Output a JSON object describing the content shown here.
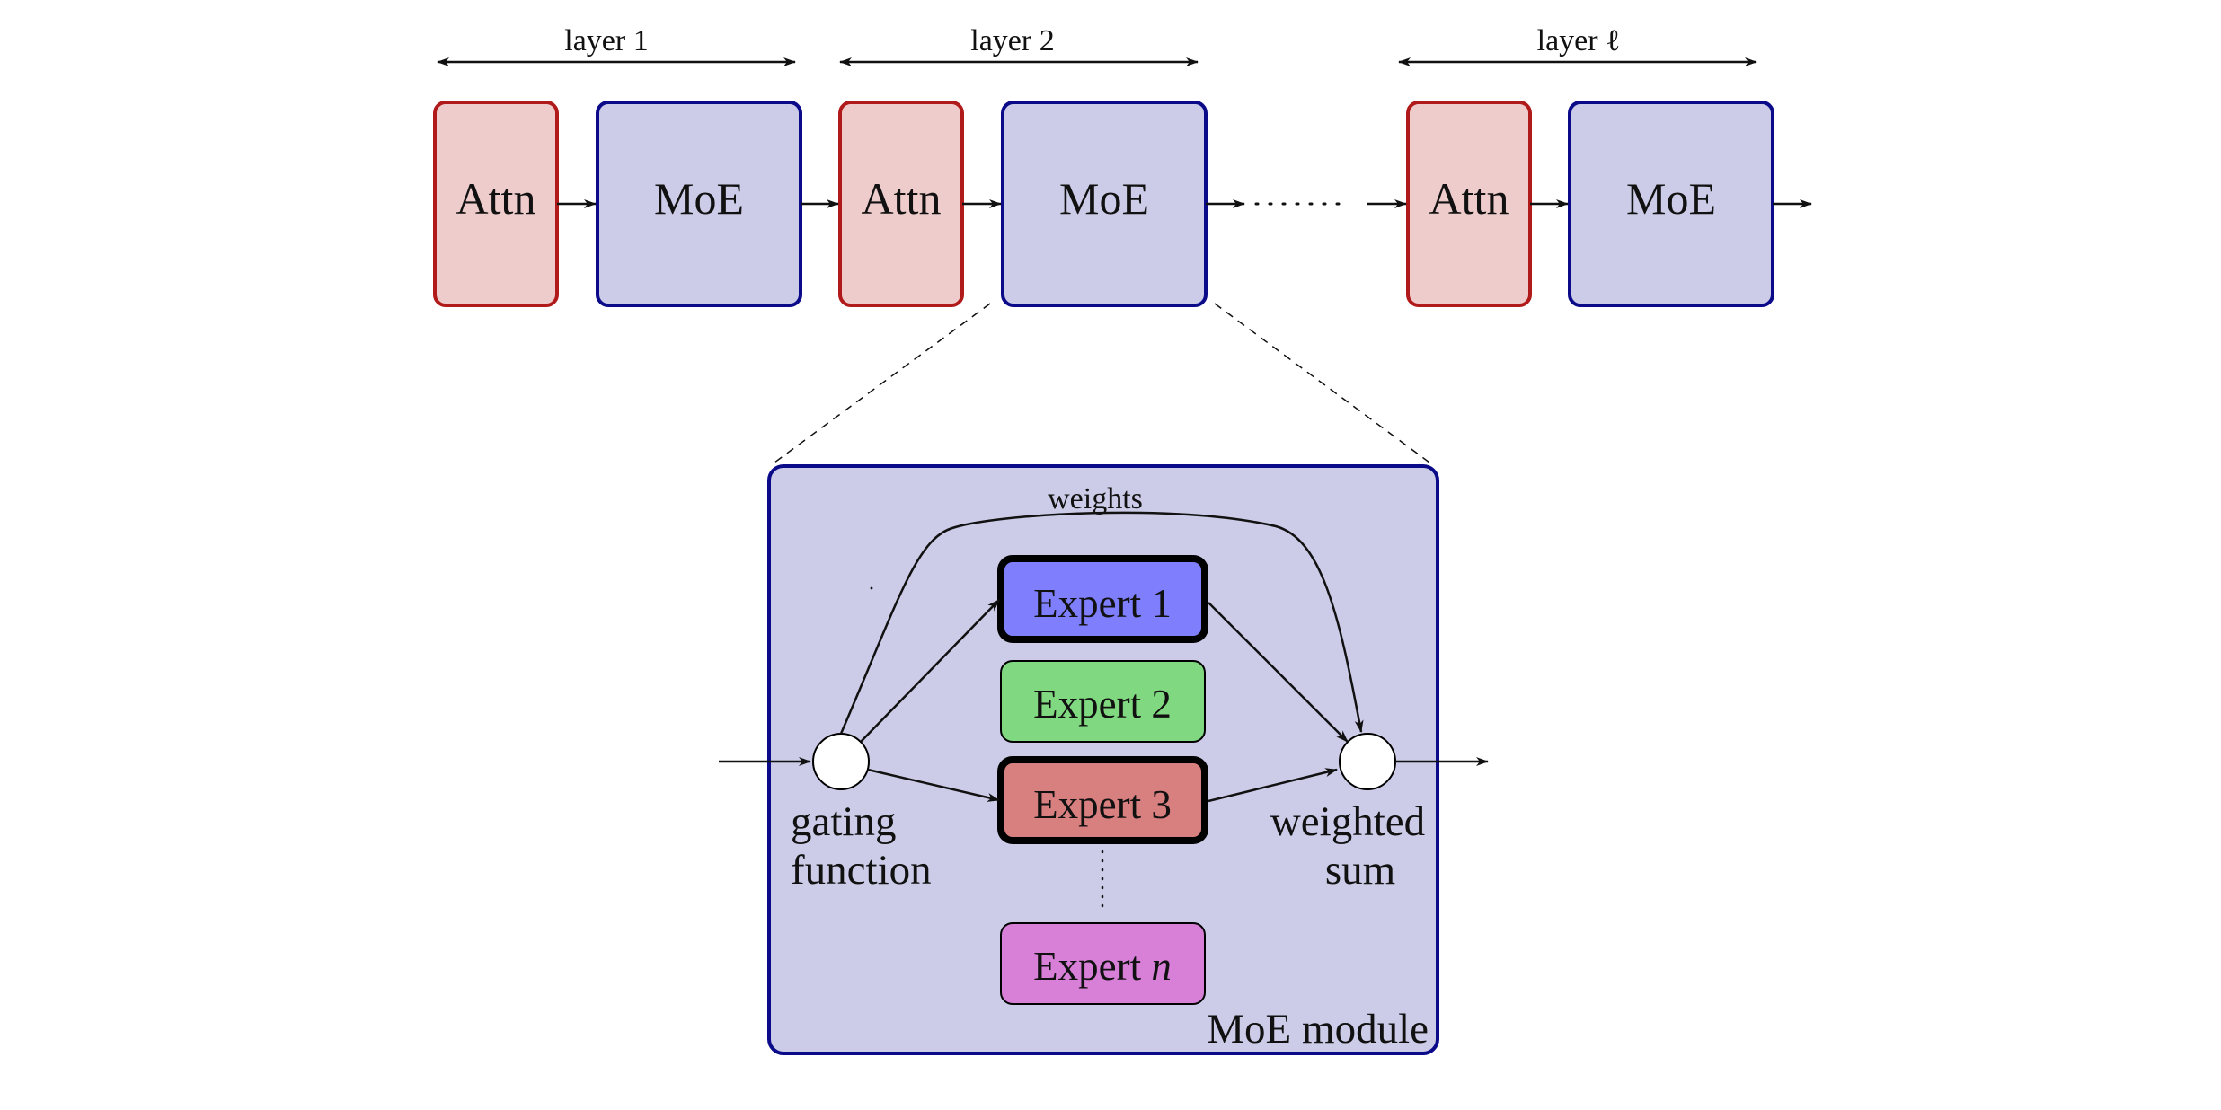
{
  "layers": [
    {
      "label": "layer 1",
      "attn": "Attn",
      "moe": "MoE"
    },
    {
      "label": "layer 2",
      "attn": "Attn",
      "moe": "MoE"
    },
    {
      "label": "layer ℓ",
      "attn": "Attn",
      "moe": "MoE"
    }
  ],
  "module": {
    "title": "MoE module",
    "weights_label": "weights",
    "gating_line1": "gating",
    "gating_line2": "function",
    "sum_line1": "weighted",
    "sum_line2": "sum",
    "experts": [
      {
        "label": "Expert 1",
        "selected": true
      },
      {
        "label": "Expert 2",
        "selected": false
      },
      {
        "label": "Expert 3",
        "selected": true
      }
    ],
    "last_expert_prefix": "Expert ",
    "last_expert_var": "n"
  },
  "colors": {
    "attn_fill": "#efcccc",
    "attn_stroke": "#b01a1a",
    "moe_fill": "#cccce8",
    "moe_stroke": "#0b0b8a",
    "expert1_fill": "#7f7ffd",
    "expert2_fill": "#80d880",
    "expert3_fill": "#d87f7f",
    "expertn_fill": "#d880d8"
  }
}
